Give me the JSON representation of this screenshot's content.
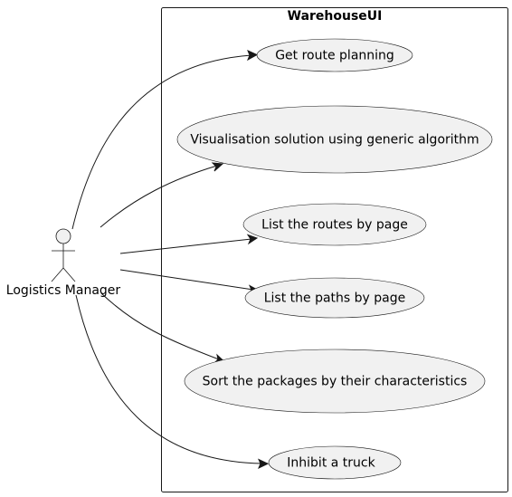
{
  "diagram": {
    "system": {
      "title": "WarehouseUI"
    },
    "actor": {
      "name": "Logistics Manager"
    },
    "use_cases": [
      {
        "id": "uc1",
        "label": "Get route planning"
      },
      {
        "id": "uc2",
        "label": "Visualisation solution using generic algorithm"
      },
      {
        "id": "uc3",
        "label": "List the routes by page"
      },
      {
        "id": "uc4",
        "label": "List the paths by page"
      },
      {
        "id": "uc5",
        "label": "Sort the packages by their characteristics"
      },
      {
        "id": "uc6",
        "label": "Inhibit a truck"
      }
    ],
    "associations": [
      {
        "from": "actor",
        "to": "uc1"
      },
      {
        "from": "actor",
        "to": "uc2"
      },
      {
        "from": "actor",
        "to": "uc3"
      },
      {
        "from": "actor",
        "to": "uc4"
      },
      {
        "from": "actor",
        "to": "uc5"
      },
      {
        "from": "actor",
        "to": "uc6"
      }
    ],
    "colors": {
      "usecase_fill": "#f1f1f1",
      "stroke": "#181818",
      "background": "#ffffff"
    }
  }
}
